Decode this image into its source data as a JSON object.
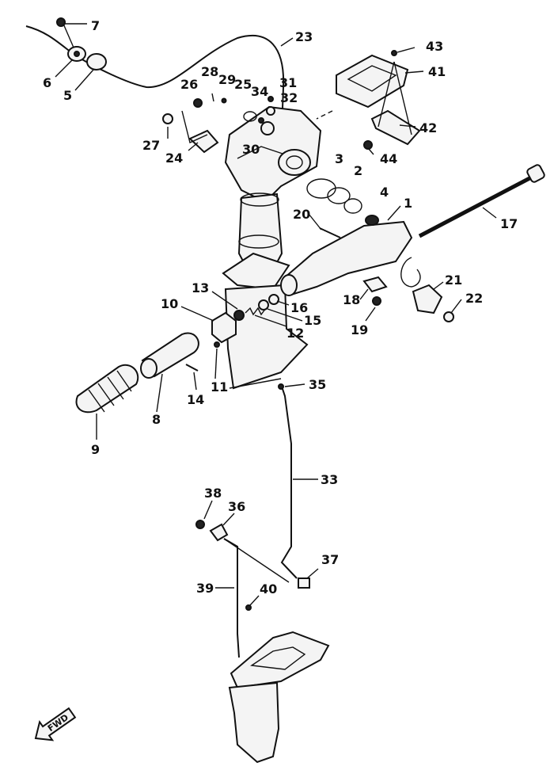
{
  "diagram": {
    "parts": [
      {
        "id": "1",
        "label": "1"
      },
      {
        "id": "2",
        "label": "2"
      },
      {
        "id": "3",
        "label": "3"
      },
      {
        "id": "4",
        "label": "4"
      },
      {
        "id": "5",
        "label": "5"
      },
      {
        "id": "6",
        "label": "6"
      },
      {
        "id": "7",
        "label": "7"
      },
      {
        "id": "8",
        "label": "8"
      },
      {
        "id": "9",
        "label": "9"
      },
      {
        "id": "10",
        "label": "10"
      },
      {
        "id": "11",
        "label": "11"
      },
      {
        "id": "12",
        "label": "12"
      },
      {
        "id": "13",
        "label": "13"
      },
      {
        "id": "14",
        "label": "14"
      },
      {
        "id": "15",
        "label": "15"
      },
      {
        "id": "16",
        "label": "16"
      },
      {
        "id": "17",
        "label": "17"
      },
      {
        "id": "18",
        "label": "18"
      },
      {
        "id": "19",
        "label": "19"
      },
      {
        "id": "20",
        "label": "20"
      },
      {
        "id": "21",
        "label": "21"
      },
      {
        "id": "22",
        "label": "22"
      },
      {
        "id": "23",
        "label": "23"
      },
      {
        "id": "24",
        "label": "24"
      },
      {
        "id": "25",
        "label": "25"
      },
      {
        "id": "26",
        "label": "26"
      },
      {
        "id": "27",
        "label": "27"
      },
      {
        "id": "28",
        "label": "28"
      },
      {
        "id": "29",
        "label": "29"
      },
      {
        "id": "30",
        "label": "30"
      },
      {
        "id": "31",
        "label": "31"
      },
      {
        "id": "32",
        "label": "32"
      },
      {
        "id": "33",
        "label": "33"
      },
      {
        "id": "34",
        "label": "34"
      },
      {
        "id": "35",
        "label": "35"
      },
      {
        "id": "36",
        "label": "36"
      },
      {
        "id": "37",
        "label": "37"
      },
      {
        "id": "38",
        "label": "38"
      },
      {
        "id": "39",
        "label": "39"
      },
      {
        "id": "40",
        "label": "40"
      },
      {
        "id": "41",
        "label": "41"
      },
      {
        "id": "42",
        "label": "42"
      },
      {
        "id": "43",
        "label": "43"
      },
      {
        "id": "44",
        "label": "44"
      }
    ],
    "direction_arrow": {
      "label": "FWD",
      "icon": "fwd-arrow-icon"
    }
  }
}
